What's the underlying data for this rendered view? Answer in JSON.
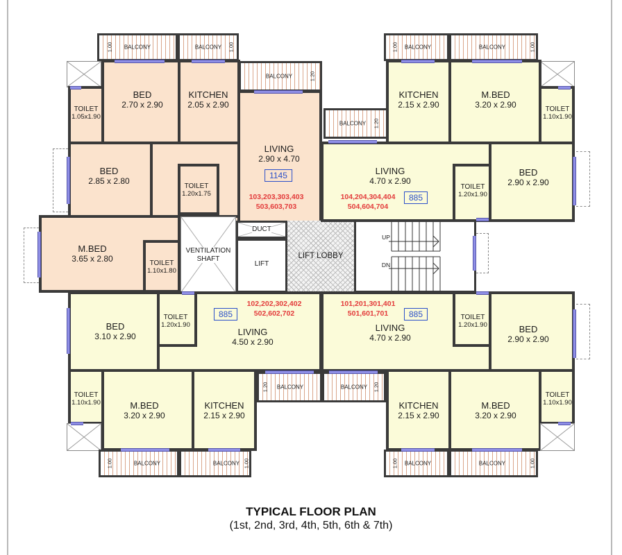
{
  "title": "TYPICAL FLOOR PLAN",
  "subtitle": "(1st, 2nd, 3rd, 4th, 5th, 6th & 7th)",
  "colors": {
    "flat_1145_fill": "#fbe3cd",
    "flat_885_fill": "#fbfbd9",
    "window": "#8f8fe6",
    "wall": "#3a3a3a",
    "unit_numbers": "#e33b3b",
    "area_box": "#2a4fc9"
  },
  "core": {
    "ventilation_shaft": "VENTILATION SHAFT",
    "duct": "DUCT",
    "lift": "LIFT",
    "lift_lobby": "LIFT LOBBY",
    "stair_up": "UP",
    "stair_dn": "DN"
  },
  "flats": [
    {
      "position": "top-left",
      "area": "1145",
      "units_line1": "103,203,303,403",
      "units_line2": "503,603,703",
      "rooms": [
        {
          "name": "BED",
          "dim": "2.70 x 2.90"
        },
        {
          "name": "KITCHEN",
          "dim": "2.05 x 2.90"
        },
        {
          "name": "TOILET",
          "dim": "1.05x1.90"
        },
        {
          "name": "LIVING",
          "dim": "2.90 x 4.70"
        },
        {
          "name": "BED",
          "dim": "2.85 x 2.80"
        },
        {
          "name": "TOILET",
          "dim": "1.20x1.75"
        },
        {
          "name": "M.BED",
          "dim": "3.65 x 2.80"
        },
        {
          "name": "TOILET",
          "dim": "1.10x1.80"
        }
      ],
      "balconies": [
        {
          "label": "BALCONY",
          "depth": "1.00"
        },
        {
          "label": "BALCONY",
          "depth": "1.00"
        },
        {
          "label": "BALCONY",
          "depth": "1.20"
        }
      ]
    },
    {
      "position": "top-right",
      "area": "885",
      "units_line1": "104,204,304,404",
      "units_line2": "504,604,704",
      "rooms": [
        {
          "name": "KITCHEN",
          "dim": "2.15 x 2.90"
        },
        {
          "name": "M.BED",
          "dim": "3.20 x 2.90"
        },
        {
          "name": "TOILET",
          "dim": "1.10x1.90"
        },
        {
          "name": "LIVING",
          "dim": "4.70 x 2.90"
        },
        {
          "name": "TOILET",
          "dim": "1.20x1.90"
        },
        {
          "name": "BED",
          "dim": "2.90 x 2.90"
        }
      ],
      "balconies": [
        {
          "label": "BALCONY",
          "depth": "1.00"
        },
        {
          "label": "BALCONY",
          "depth": "1.00"
        },
        {
          "label": "BALCONY",
          "depth": "1.20"
        }
      ]
    },
    {
      "position": "bottom-left",
      "area": "885",
      "units_line1": "102,202,302,402",
      "units_line2": "502,602,702",
      "rooms": [
        {
          "name": "BED",
          "dim": "3.10 x 2.90"
        },
        {
          "name": "TOILET",
          "dim": "1.20x1.90"
        },
        {
          "name": "LIVING",
          "dim": "4.50 x 2.90"
        },
        {
          "name": "TOILET",
          "dim": "1.10x1.90"
        },
        {
          "name": "M.BED",
          "dim": "3.20 x 2.90"
        },
        {
          "name": "KITCHEN",
          "dim": "2.15 x 2.90"
        }
      ],
      "balconies": [
        {
          "label": "BALCONY",
          "depth": "1.20"
        },
        {
          "label": "BALCONY",
          "depth": "1.00"
        },
        {
          "label": "BALCONY",
          "depth": "1.00"
        }
      ]
    },
    {
      "position": "bottom-right",
      "area": "885",
      "units_line1": "101,201,301,401",
      "units_line2": "501,601,701",
      "rooms": [
        {
          "name": "LIVING",
          "dim": "4.70 x 2.90"
        },
        {
          "name": "TOILET",
          "dim": "1.20x1.90"
        },
        {
          "name": "BED",
          "dim": "2.90 x 2.90"
        },
        {
          "name": "KITCHEN",
          "dim": "2.15 x 2.90"
        },
        {
          "name": "M.BED",
          "dim": "3.20 x 2.90"
        },
        {
          "name": "TOILET",
          "dim": "1.10x1.90"
        }
      ],
      "balconies": [
        {
          "label": "BALCONY",
          "depth": "1.20"
        },
        {
          "label": "BALCONY",
          "depth": "1.00"
        },
        {
          "label": "BALCONY",
          "depth": "1.00"
        }
      ]
    }
  ]
}
